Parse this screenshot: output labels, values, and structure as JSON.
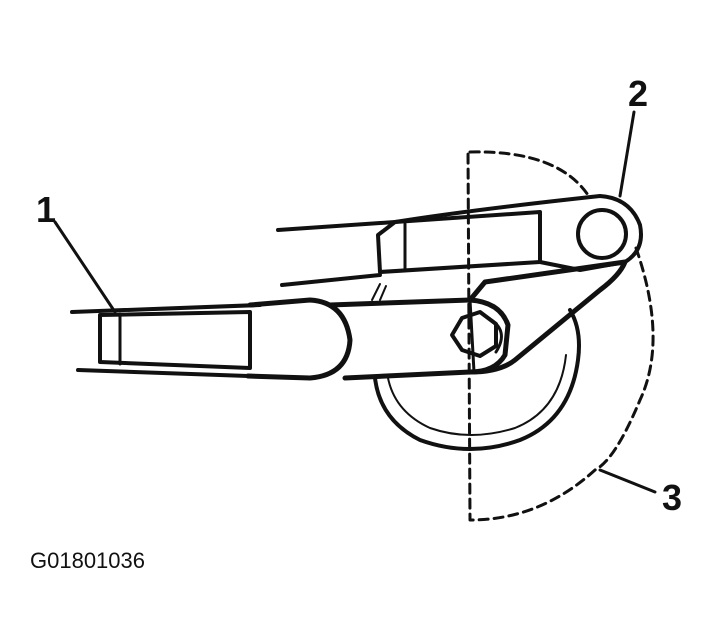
{
  "callouts": {
    "one": "1",
    "two": "2",
    "three": "3"
  },
  "figure_code": "G01801036",
  "colors": {
    "ink": "#111111",
    "background": "#ffffff"
  }
}
